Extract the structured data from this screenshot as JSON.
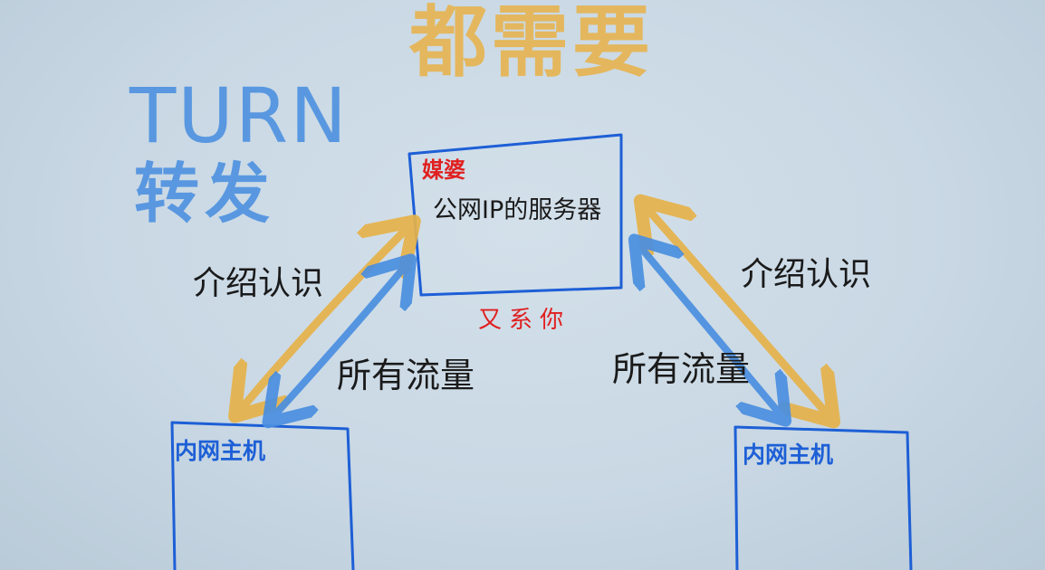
{
  "title": "都需要",
  "turn": {
    "title": "TURN",
    "subtitle": "转发"
  },
  "server": {
    "role": "媒婆",
    "description": "公网IP的服务器",
    "contact_note": "又系你"
  },
  "links": {
    "introduce_left": "介绍认识",
    "introduce_right": "介绍认识",
    "traffic_left": "所有流量",
    "traffic_right": "所有流量"
  },
  "hosts": {
    "left_label": "内网主机",
    "right_label": "内网主机"
  },
  "colors": {
    "background": "#cddbe6",
    "title_orange": "#e7b450",
    "turn_blue": "#4a8fe0",
    "box_blue": "#1d5fd6",
    "arrow_orange": "#e6b24a",
    "arrow_blue": "#4a8fe0",
    "red_text": "#e02020",
    "ink": "#1a1a1a"
  }
}
